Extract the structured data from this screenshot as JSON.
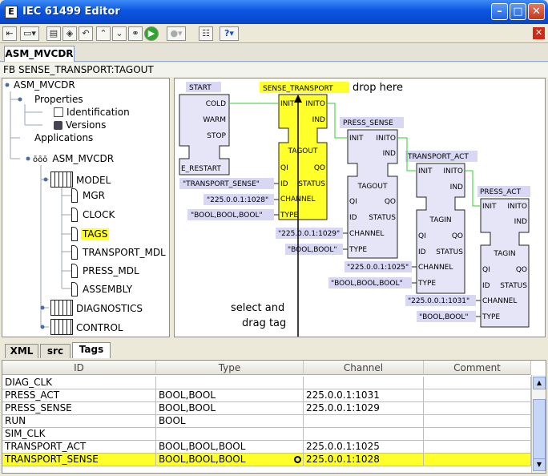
{
  "window": {
    "title": "IEC 61499 Editor",
    "app_icon": "E"
  },
  "toolbar": {
    "buttons": [
      "back-icon",
      "new-dropdown-icon",
      "save-icon",
      "save-all-icon",
      "undo-icon",
      "up-icon",
      "down-icon",
      "binoculars-icon",
      "run-icon",
      "record-dropdown-icon",
      "properties-icon",
      "help-dropdown-icon"
    ],
    "help_label": "?"
  },
  "doc_tab": {
    "label": "ASM_MVCDR"
  },
  "fb_path": "FB SENSE_TRANSPORT:TAGOUT",
  "tree": {
    "root": "ASM_MVCDR",
    "properties": "Properties",
    "identification": "Identification",
    "versions": "Versions",
    "applications": "Applications",
    "system": "ASM_MVCDR",
    "model": "MODEL",
    "model_children": [
      "MGR",
      "CLOCK",
      "TAGS",
      "TRANSPORT_MDL",
      "PRESS_MDL",
      "ASSEMBLY"
    ],
    "diagnostics": "DIAGNOSTICS",
    "control": "CONTROL"
  },
  "diagram": {
    "start_block": {
      "title": "START",
      "events": [
        "COLD",
        "WARM",
        "STOP"
      ],
      "output": "E_RESTART"
    },
    "sense_block": {
      "title": "SENSE_TRANSPORT",
      "ev_in": "INIT",
      "ev_out": [
        "INITO",
        "IND"
      ],
      "type": "TAGOUT",
      "data_in": [
        "QI",
        "ID",
        "CHANNEL",
        "TYPE"
      ],
      "data_out": [
        "QO",
        "STATUS"
      ],
      "params": [
        "\"TRANSPORT_SENSE\"",
        "\"225.0.0.1:1028\"",
        "\"BOOL,BOOL,BOOL\""
      ]
    },
    "press_block": {
      "title": "PRESS_SENSE",
      "ev_in": "INIT",
      "ev_out": [
        "INITO",
        "IND"
      ],
      "type": "TAGOUT",
      "data_in": [
        "QI",
        "ID",
        "CHANNEL",
        "TYPE"
      ],
      "data_out": [
        "QO",
        "STATUS"
      ],
      "params": [
        "\"225.0.0.1:1029\"",
        "\"BOOL,BOOL\""
      ]
    },
    "transport_block": {
      "title": "TRANSPORT_ACT",
      "ev_in": "INIT",
      "ev_out": [
        "INITO",
        "IND"
      ],
      "type": "TAGIN",
      "data_in": [
        "QI",
        "ID",
        "CHANNEL",
        "TYPE"
      ],
      "data_out": [
        "QO",
        "STATUS"
      ],
      "params": [
        "\"225.0.0.1:1025\"",
        "\"BOOL,BOOL,BOOL\""
      ]
    },
    "pressact_block": {
      "title": "PRESS_ACT",
      "ev_in": "INIT",
      "ev_out": [
        "INITO",
        "IND"
      ],
      "type": "TAGIN",
      "data_in": [
        "QI",
        "ID",
        "CHANNEL",
        "TYPE"
      ],
      "data_out": [
        "QO",
        "STATUS"
      ],
      "params": [
        "\"225.0.0.1:1031\"",
        "\"BOOL,BOOL\""
      ]
    },
    "annotations": {
      "drop": "drop here",
      "select_line1": "select and",
      "select_line2": "drag tag"
    }
  },
  "bottom_tabs": [
    "XML",
    "src",
    "Tags"
  ],
  "table": {
    "columns": [
      "ID",
      "Type",
      "Channel",
      "Comment"
    ],
    "rows": [
      {
        "id": "DIAG_CLK",
        "type": "",
        "channel": "",
        "comment": ""
      },
      {
        "id": "PRESS_ACT",
        "type": "BOOL,BOOL",
        "channel": "225.0.0.1:1031",
        "comment": ""
      },
      {
        "id": "PRESS_SENSE",
        "type": "BOOL,BOOL",
        "channel": "225.0.0.1:1029",
        "comment": ""
      },
      {
        "id": "RUN",
        "type": "BOOL",
        "channel": "",
        "comment": ""
      },
      {
        "id": "SIM_CLK",
        "type": "",
        "channel": "",
        "comment": ""
      },
      {
        "id": "TRANSPORT_ACT",
        "type": "BOOL,BOOL,BOOL",
        "channel": "225.0.0.1:1025",
        "comment": ""
      },
      {
        "id": "TRANSPORT_SENSE",
        "type": "BOOL,BOOL,BOOL",
        "channel": "225.0.0.1:1028",
        "comment": ""
      }
    ]
  },
  "colors": {
    "highlight": "#ffff2a",
    "block_fill": "#e5e5f7",
    "label_bg": "#d8d8f4",
    "connection": "#33cc33"
  }
}
